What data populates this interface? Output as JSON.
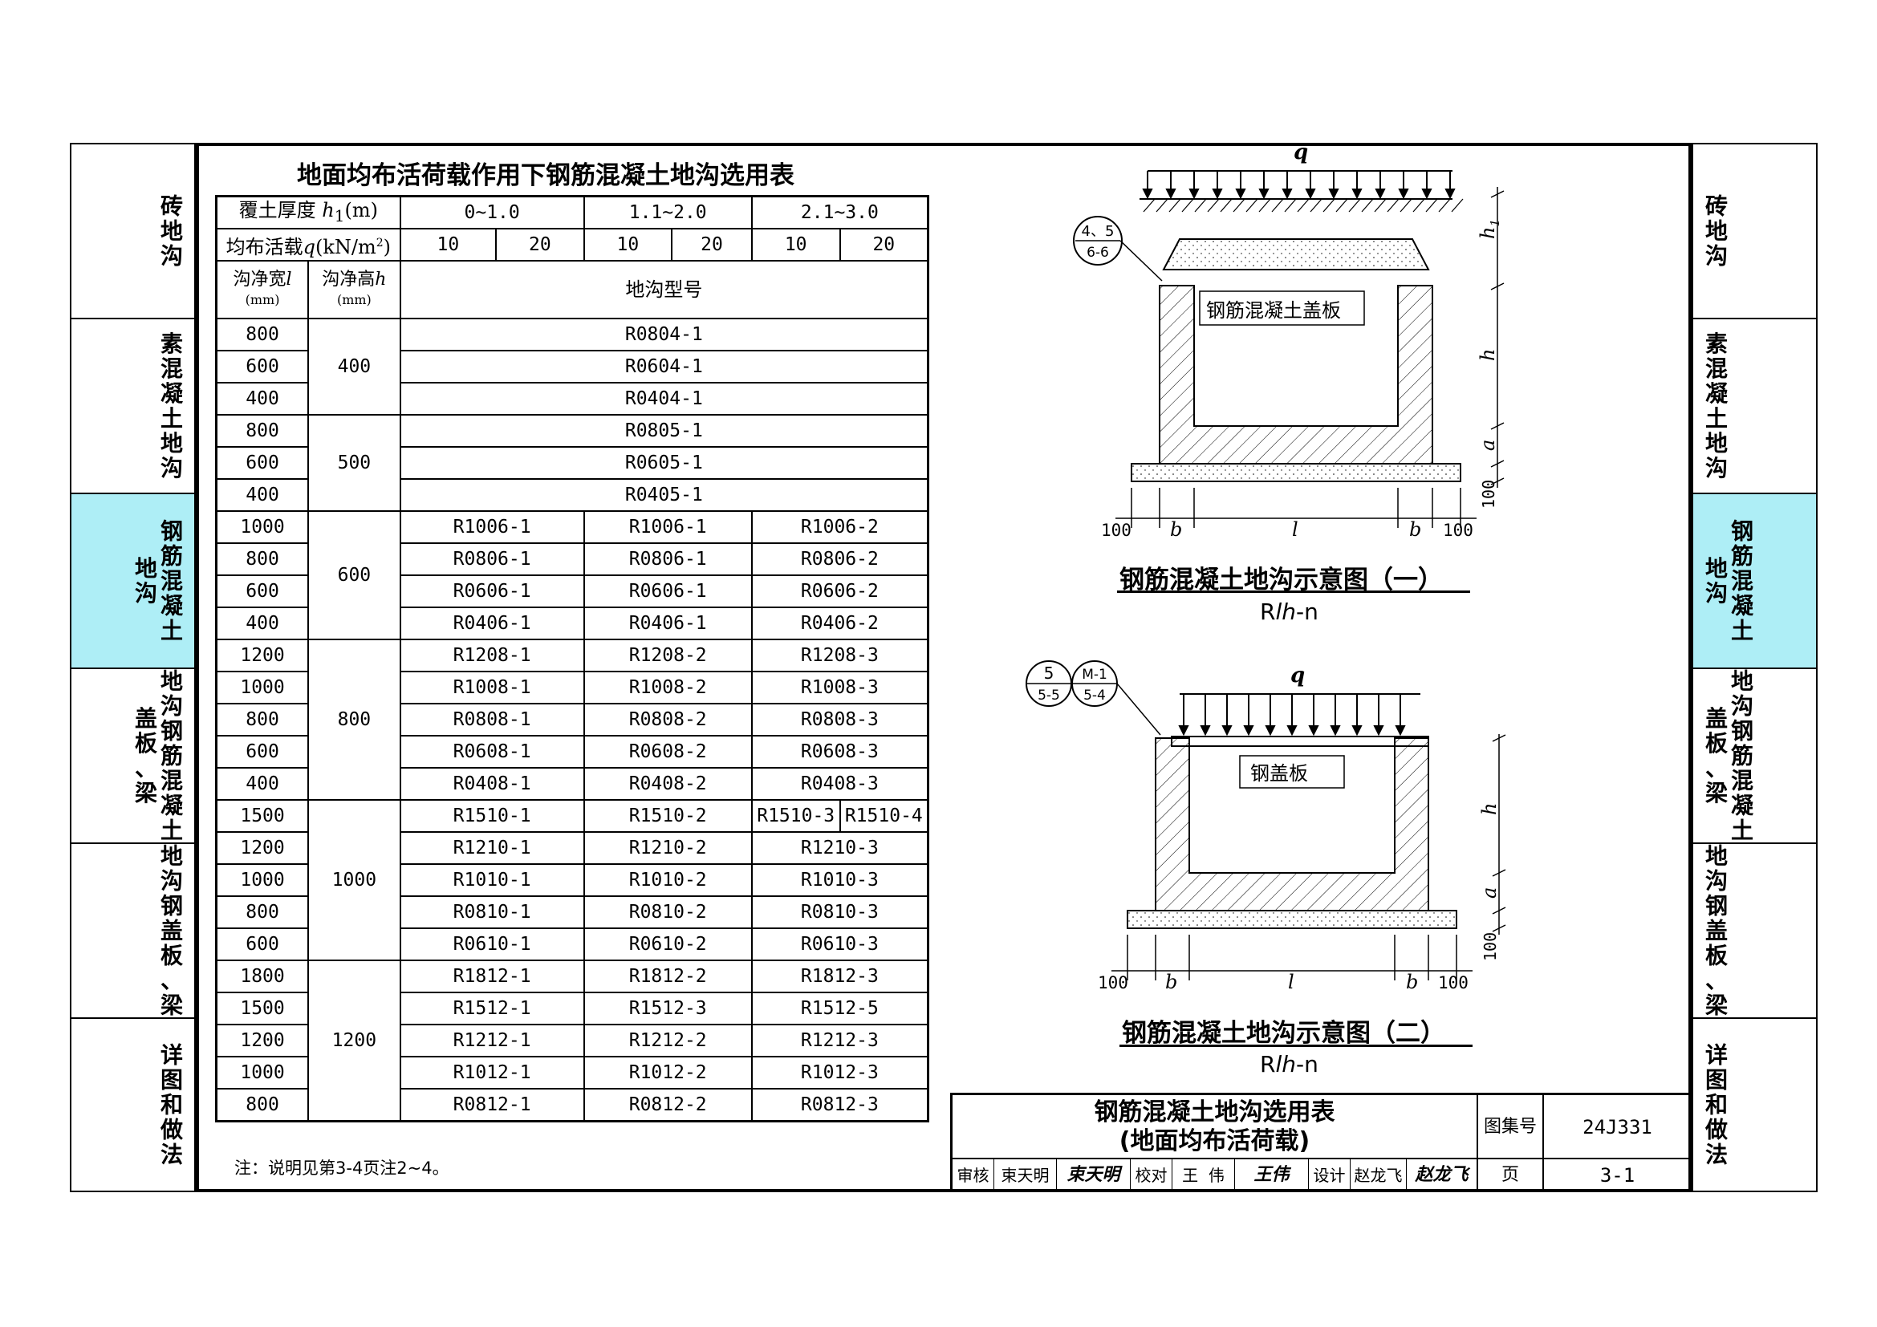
{
  "sidebar": {
    "tabs": [
      {
        "lines": [
          "砖地沟"
        ],
        "active": false
      },
      {
        "lines": [
          "素混凝土地沟"
        ],
        "active": false
      },
      {
        "lines": [
          "钢筋混凝土",
          "地沟"
        ],
        "active": true
      },
      {
        "lines": [
          "地沟钢筋混凝土",
          "盖板、梁"
        ],
        "active": false
      },
      {
        "lines": [
          "地沟钢盖板、梁"
        ],
        "active": false
      },
      {
        "lines": [
          "详图和做法"
        ],
        "active": false
      }
    ]
  },
  "table": {
    "title": "地面均布活荷载作用下钢筋混凝土地沟选用表",
    "header": {
      "cover_label": "覆土厚度",
      "h1": "h",
      "h1_sub": "1",
      "h1_unit": "(m)",
      "ranges": [
        "0~1.0",
        "1.1~2.0",
        "2.1~3.0"
      ],
      "load_label": "均布活载",
      "q": "q",
      "load_unit": "(kN/m",
      "load_unit_sup": "2",
      "load_unit_end": ")",
      "loads": [
        "10",
        "20",
        "10",
        "20",
        "10",
        "20"
      ],
      "width_label": "沟净宽",
      "width_sym": "l",
      "height_label": "沟净高",
      "height_sym": "h",
      "mm": "(mm)",
      "type_label": "地沟型号"
    },
    "groups": [
      {
        "height": "400",
        "rows": [
          {
            "width": "800",
            "cells": [
              "R0804-1"
            ]
          },
          {
            "width": "600",
            "cells": [
              "R0604-1"
            ]
          },
          {
            "width": "400",
            "cells": [
              "R0404-1"
            ]
          }
        ]
      },
      {
        "height": "500",
        "rows": [
          {
            "width": "800",
            "cells": [
              "R0805-1"
            ]
          },
          {
            "width": "600",
            "cells": [
              "R0605-1"
            ]
          },
          {
            "width": "400",
            "cells": [
              "R0405-1"
            ]
          }
        ]
      },
      {
        "height": "600",
        "rows": [
          {
            "width": "1000",
            "cells": [
              "R1006-1",
              "R1006-1",
              "R1006-2"
            ]
          },
          {
            "width": "800",
            "cells": [
              "R0806-1",
              "R0806-1",
              "R0806-2"
            ]
          },
          {
            "width": "600",
            "cells": [
              "R0606-1",
              "R0606-1",
              "R0606-2"
            ]
          },
          {
            "width": "400",
            "cells": [
              "R0406-1",
              "R0406-1",
              "R0406-2"
            ]
          }
        ]
      },
      {
        "height": "800",
        "rows": [
          {
            "width": "1200",
            "cells": [
              "R1208-1",
              "R1208-2",
              "R1208-3"
            ]
          },
          {
            "width": "1000",
            "cells": [
              "R1008-1",
              "R1008-2",
              "R1008-3"
            ]
          },
          {
            "width": "800",
            "cells": [
              "R0808-1",
              "R0808-2",
              "R0808-3"
            ]
          },
          {
            "width": "600",
            "cells": [
              "R0608-1",
              "R0608-2",
              "R0608-3"
            ]
          },
          {
            "width": "400",
            "cells": [
              "R0408-1",
              "R0408-2",
              "R0408-3"
            ]
          }
        ]
      },
      {
        "height": "1000",
        "rows": [
          {
            "width": "1500",
            "cells": [
              "R1510-1",
              "R1510-2",
              "R1510-3",
              "R1510-4"
            ]
          },
          {
            "width": "1200",
            "cells": [
              "R1210-1",
              "R1210-2",
              "R1210-3"
            ]
          },
          {
            "width": "1000",
            "cells": [
              "R1010-1",
              "R1010-2",
              "R1010-3"
            ]
          },
          {
            "width": "800",
            "cells": [
              "R0810-1",
              "R0810-2",
              "R0810-3"
            ]
          },
          {
            "width": "600",
            "cells": [
              "R0610-1",
              "R0610-2",
              "R0610-3"
            ]
          }
        ]
      },
      {
        "height": "1200",
        "rows": [
          {
            "width": "1800",
            "cells": [
              "R1812-1",
              "R1812-2",
              "R1812-3"
            ]
          },
          {
            "width": "1500",
            "cells": [
              "R1512-1",
              "R1512-3",
              "R1512-5"
            ]
          },
          {
            "width": "1200",
            "cells": [
              "R1212-1",
              "R1212-2",
              "R1212-3"
            ]
          },
          {
            "width": "1000",
            "cells": [
              "R1012-1",
              "R1012-2",
              "R1012-3"
            ]
          },
          {
            "width": "800",
            "cells": [
              "R0812-1",
              "R0812-2",
              "R0812-3"
            ]
          }
        ]
      }
    ],
    "note": "注：说明见第3-4页注2~4。"
  },
  "diagram1": {
    "load": "q",
    "callout_top": "4、5",
    "callout_bottom": "6-6",
    "cover_label": "钢筋混凝土盖板",
    "dim_h1": "h",
    "dim_h1_sub": "1",
    "dim_h": "h",
    "dim_a": "a",
    "dim_100_right": "100",
    "dims_bottom": [
      "100",
      "b",
      "l",
      "b",
      "100"
    ],
    "caption": "钢筋混凝土地沟示意图（一）",
    "formula_prefix": "R",
    "formula_italic": "lh",
    "formula_suffix": "-n"
  },
  "diagram2": {
    "load": "q",
    "callout1_top": "5",
    "callout1_bottom": "5-5",
    "callout2_top": "M-1",
    "callout2_bottom": "5-4",
    "cover_label": "钢盖板",
    "dim_h": "h",
    "dim_a": "a",
    "dim_100_right": "100",
    "dims_bottom": [
      "100",
      "b",
      "l",
      "b",
      "100"
    ],
    "caption": "钢筋混凝土地沟示意图（二）",
    "formula_prefix": "R",
    "formula_italic": "lh",
    "formula_suffix": "-n"
  },
  "title_block": {
    "title_line1": "钢筋混凝土地沟选用表",
    "title_line2": "(地面均布活荷载)",
    "atlas_label": "图集号",
    "atlas_no": "24J331",
    "page_label": "页",
    "page_no": "3-1",
    "review_label": "审核",
    "reviewer": "束天明",
    "check_label": "校对",
    "checker": "王  伟",
    "design_label": "设计",
    "designer": "赵龙飞",
    "reviewer_signature": "束天明",
    "checker_signature": "王伟",
    "designer_signature": "赵龙飞"
  }
}
